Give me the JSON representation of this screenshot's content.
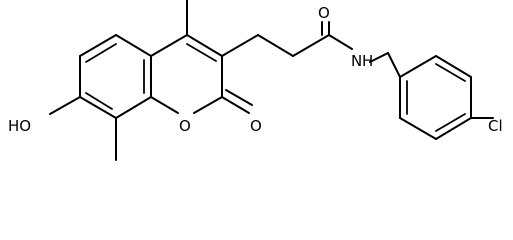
{
  "molecule": {
    "atoms": {
      "hydroxyl": "HO",
      "ring_oxygen": "O",
      "carbonyl_oxygen_lactone": "O",
      "carbonyl_oxygen_amide": "O",
      "amide_nitrogen": "N",
      "amide_hydrogen": "H",
      "chlorine": "Cl"
    }
  },
  "colors": {
    "bond": "#000000",
    "label": "#000000",
    "background": "#ffffff"
  }
}
